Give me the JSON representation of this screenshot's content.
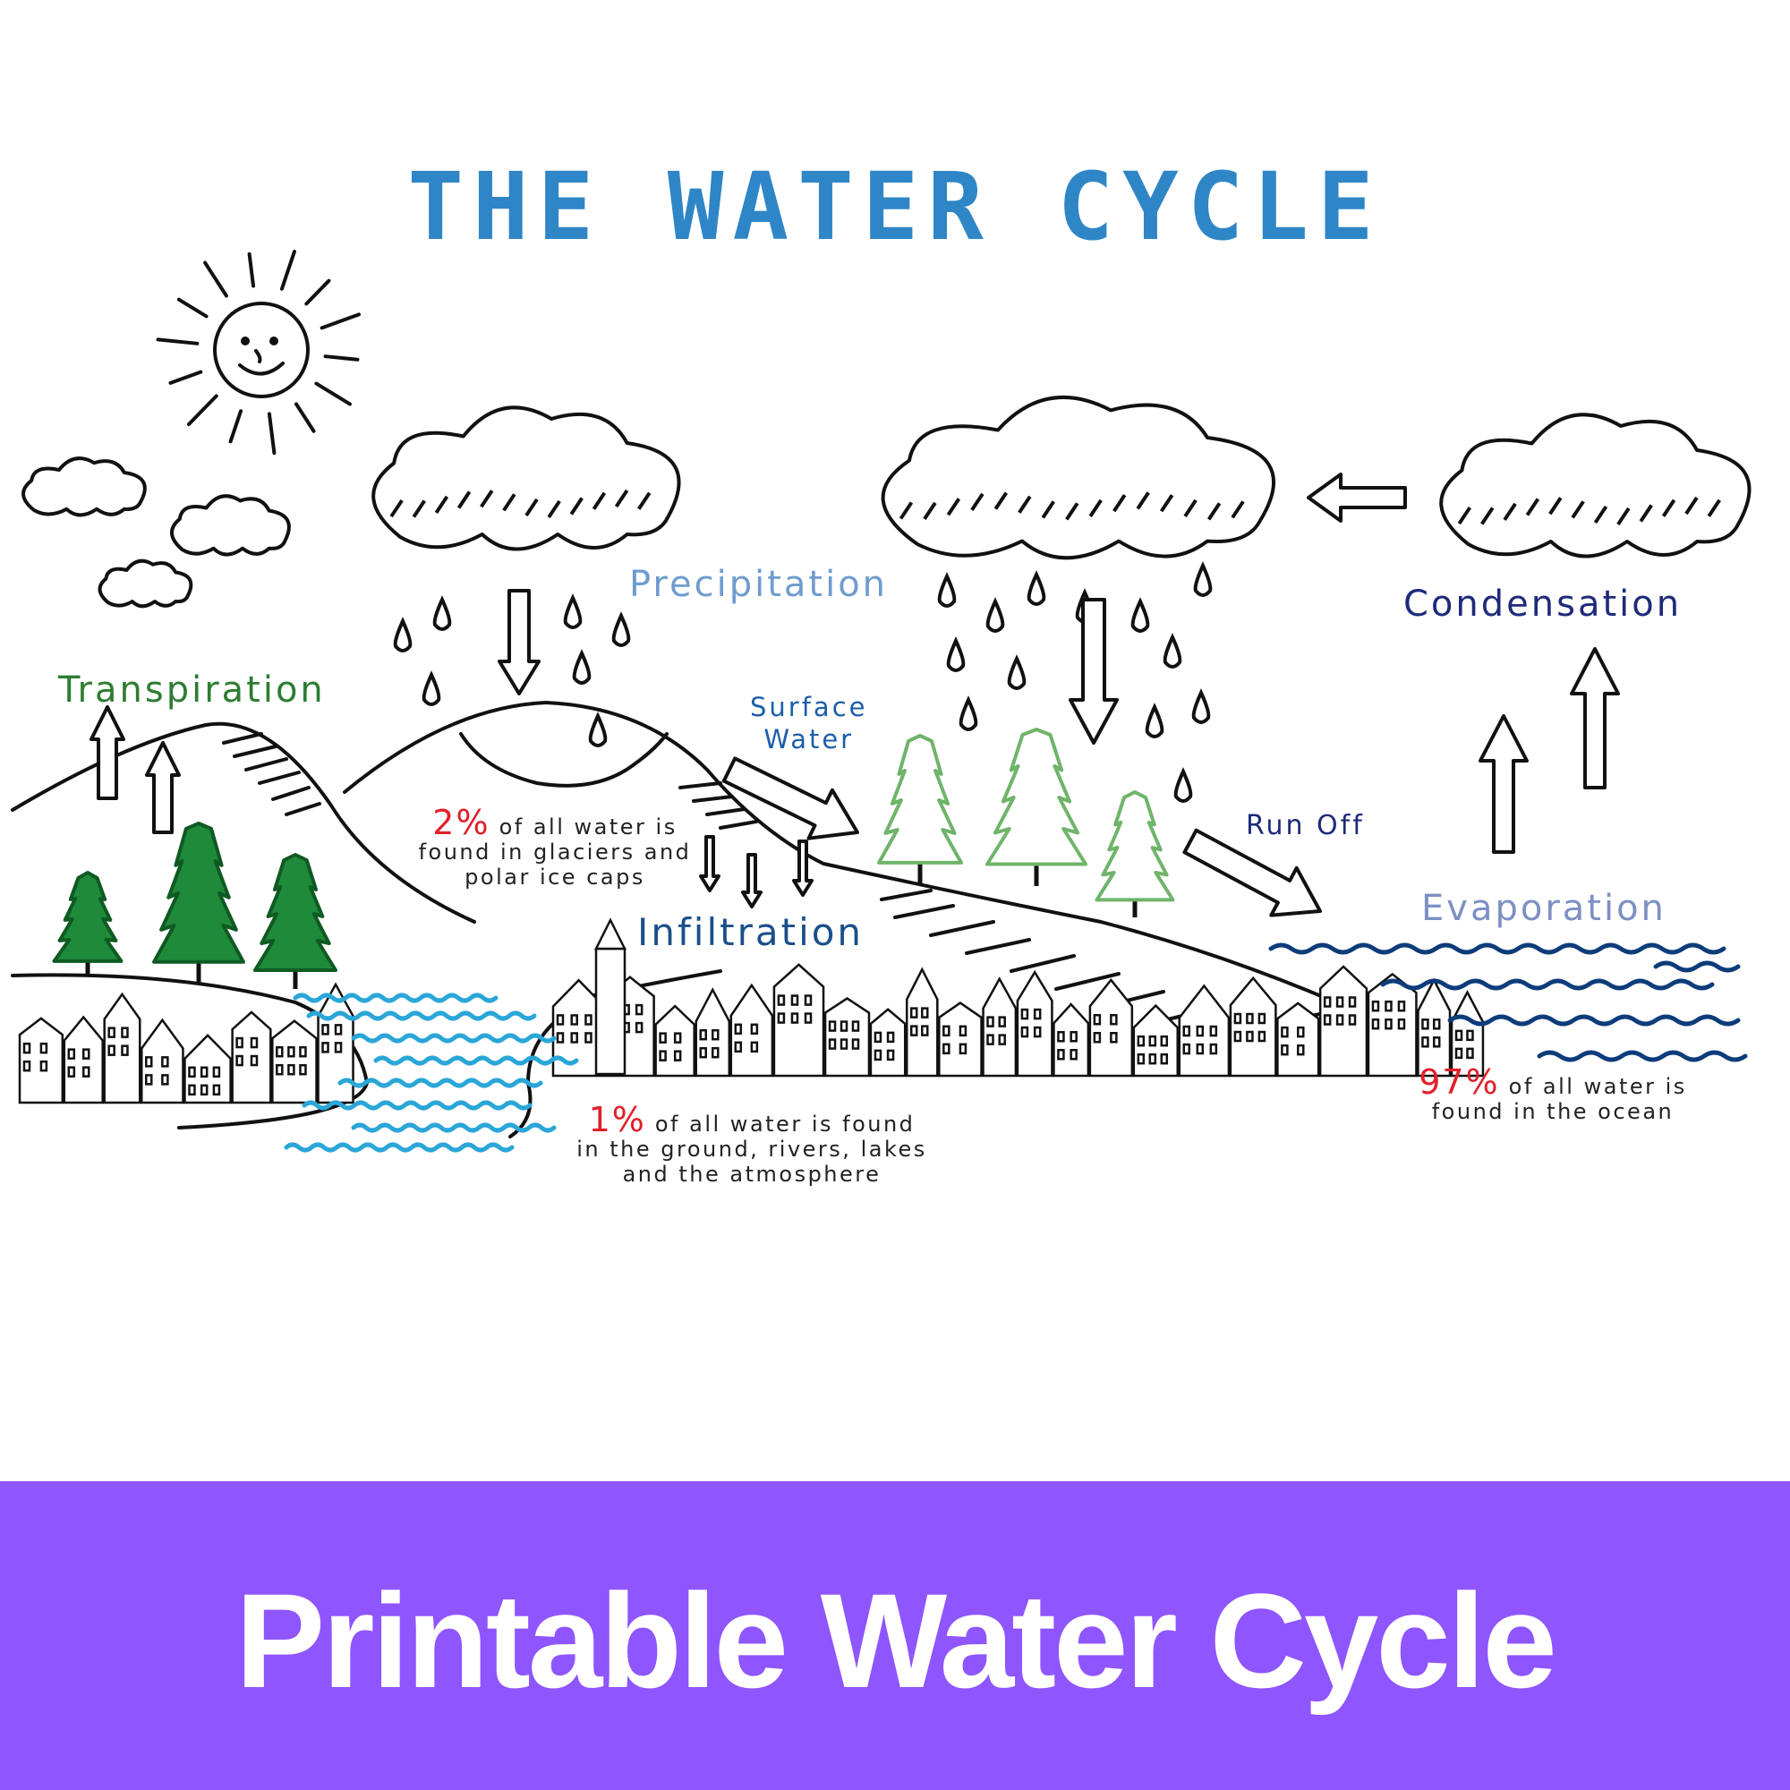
{
  "title": "THE WATER CYCLE",
  "labels": {
    "transpiration": "Transpiration",
    "precipitation": "Precipitation",
    "condensation": "Condensation",
    "surface_water_line1": "Surface",
    "surface_water_line2": "Water",
    "run_off": "Run Off",
    "infiltration": "Infiltration",
    "evaporation": "Evaporation"
  },
  "notes": {
    "glaciers": {
      "percent": "2%",
      "line1": "of all water is",
      "line2": "found in glaciers and",
      "line3": "polar ice caps"
    },
    "ground": {
      "percent": "1%",
      "line1": "of all water is found",
      "line2": "in the ground, rivers, lakes",
      "line3": "and the atmosphere"
    },
    "ocean": {
      "percent": "97%",
      "line1": "of all water is",
      "line2": "found in the ocean"
    }
  },
  "banner": {
    "text": "Printable Water Cycle",
    "color": "#8f55ff"
  },
  "colors": {
    "title": "#2f86c6",
    "transpiration": "#2e7d32",
    "precipitation": "#6f9ccf",
    "condensation": "#1f2a7a",
    "surface_water": "#1b5ea8",
    "run_off": "#1f2a7a",
    "infiltration": "#1b4f8a",
    "evaporation": "#7d8fc4",
    "percent": "#e0202a",
    "ocean_waves": "#0d3c7a",
    "lake_waves": "#2aa6d8",
    "pine_trees": "#1f8a3a",
    "light_trees": "#6fb46a"
  },
  "icons": [
    "sun-icon",
    "cloud-icon",
    "raindrop-icon",
    "arrow-icon",
    "pine-tree-icon",
    "house-icon",
    "wave-icon"
  ]
}
